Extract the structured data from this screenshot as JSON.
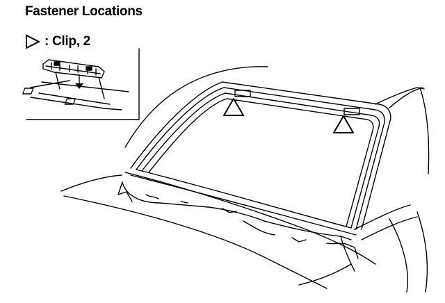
{
  "title": "Fastener Locations",
  "legend": {
    "icon": "open-triangle-marker-icon",
    "label": ": Clip, 2"
  },
  "callouts": [
    {
      "name": "clip-location-left",
      "icon": "open-triangle-marker-icon"
    },
    {
      "name": "clip-location-right",
      "icon": "open-triangle-marker-icon"
    }
  ],
  "colors": {
    "line": "#000000",
    "background": "#ffffff"
  }
}
